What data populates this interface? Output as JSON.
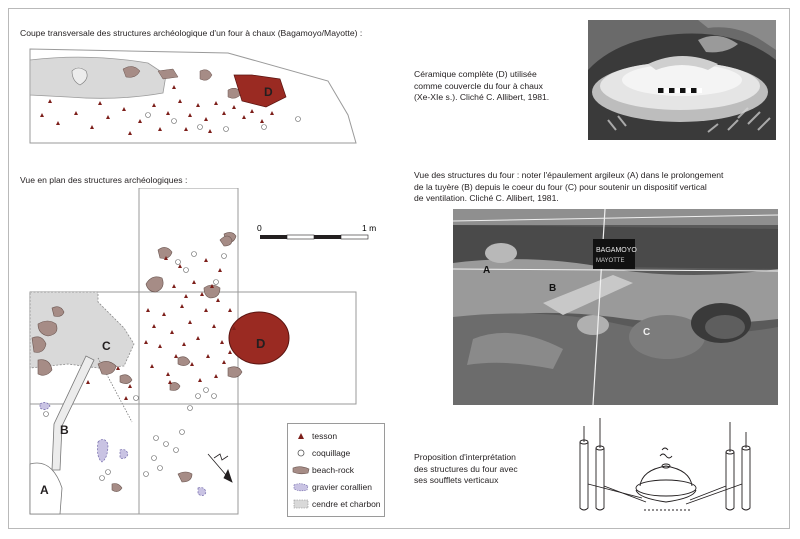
{
  "captions": {
    "section_title": "Coupe transversale des structures archéologique d'un four à chaux (Bagamoyo/Mayotte) :",
    "plan_title": "Vue en plan des structures archéologiques :",
    "photo1": "Céramique complète (D) utilisée\ncomme couvercle du four à chaux\n(Xe-XIe s.). Cliché C. Allibert, 1981.",
    "photo2": "Vue des structures du four : noter l'épaulement argileux (A) dans le prolongement\nde la tuyère (B) depuis le coeur du four (C) pour soutenir un dispositif vertical\nde ventilation. Cliché C. Allibert, 1981.",
    "interpretation": "Proposition d'interprétation\ndes structures du four avec\nses soufflets verticaux"
  },
  "scale": {
    "zero": "0",
    "one": "1 m"
  },
  "labels": {
    "A": "A",
    "B": "B",
    "C": "C",
    "D": "D"
  },
  "photo_labels": {
    "A": "A",
    "B": "B",
    "C": "C",
    "sign_line1": "BAGAMOYO",
    "sign_line2": "MAYOTTE"
  },
  "legend": [
    {
      "key": "tesson",
      "label": "tesson"
    },
    {
      "key": "coquillage",
      "label": "coquillage"
    },
    {
      "key": "beach-rock",
      "label": "beach-rock"
    },
    {
      "key": "gravier",
      "label": "gravier corallien"
    },
    {
      "key": "cendre",
      "label": "cendre et charbon"
    }
  ],
  "colors": {
    "tesson": "#7d1f1a",
    "beach_rock": "#a68c86",
    "oven_core": "#9a2a22",
    "gravier": "#c9c3e3",
    "cendre": "#d9d9d9",
    "border": "#b9b9b9"
  }
}
